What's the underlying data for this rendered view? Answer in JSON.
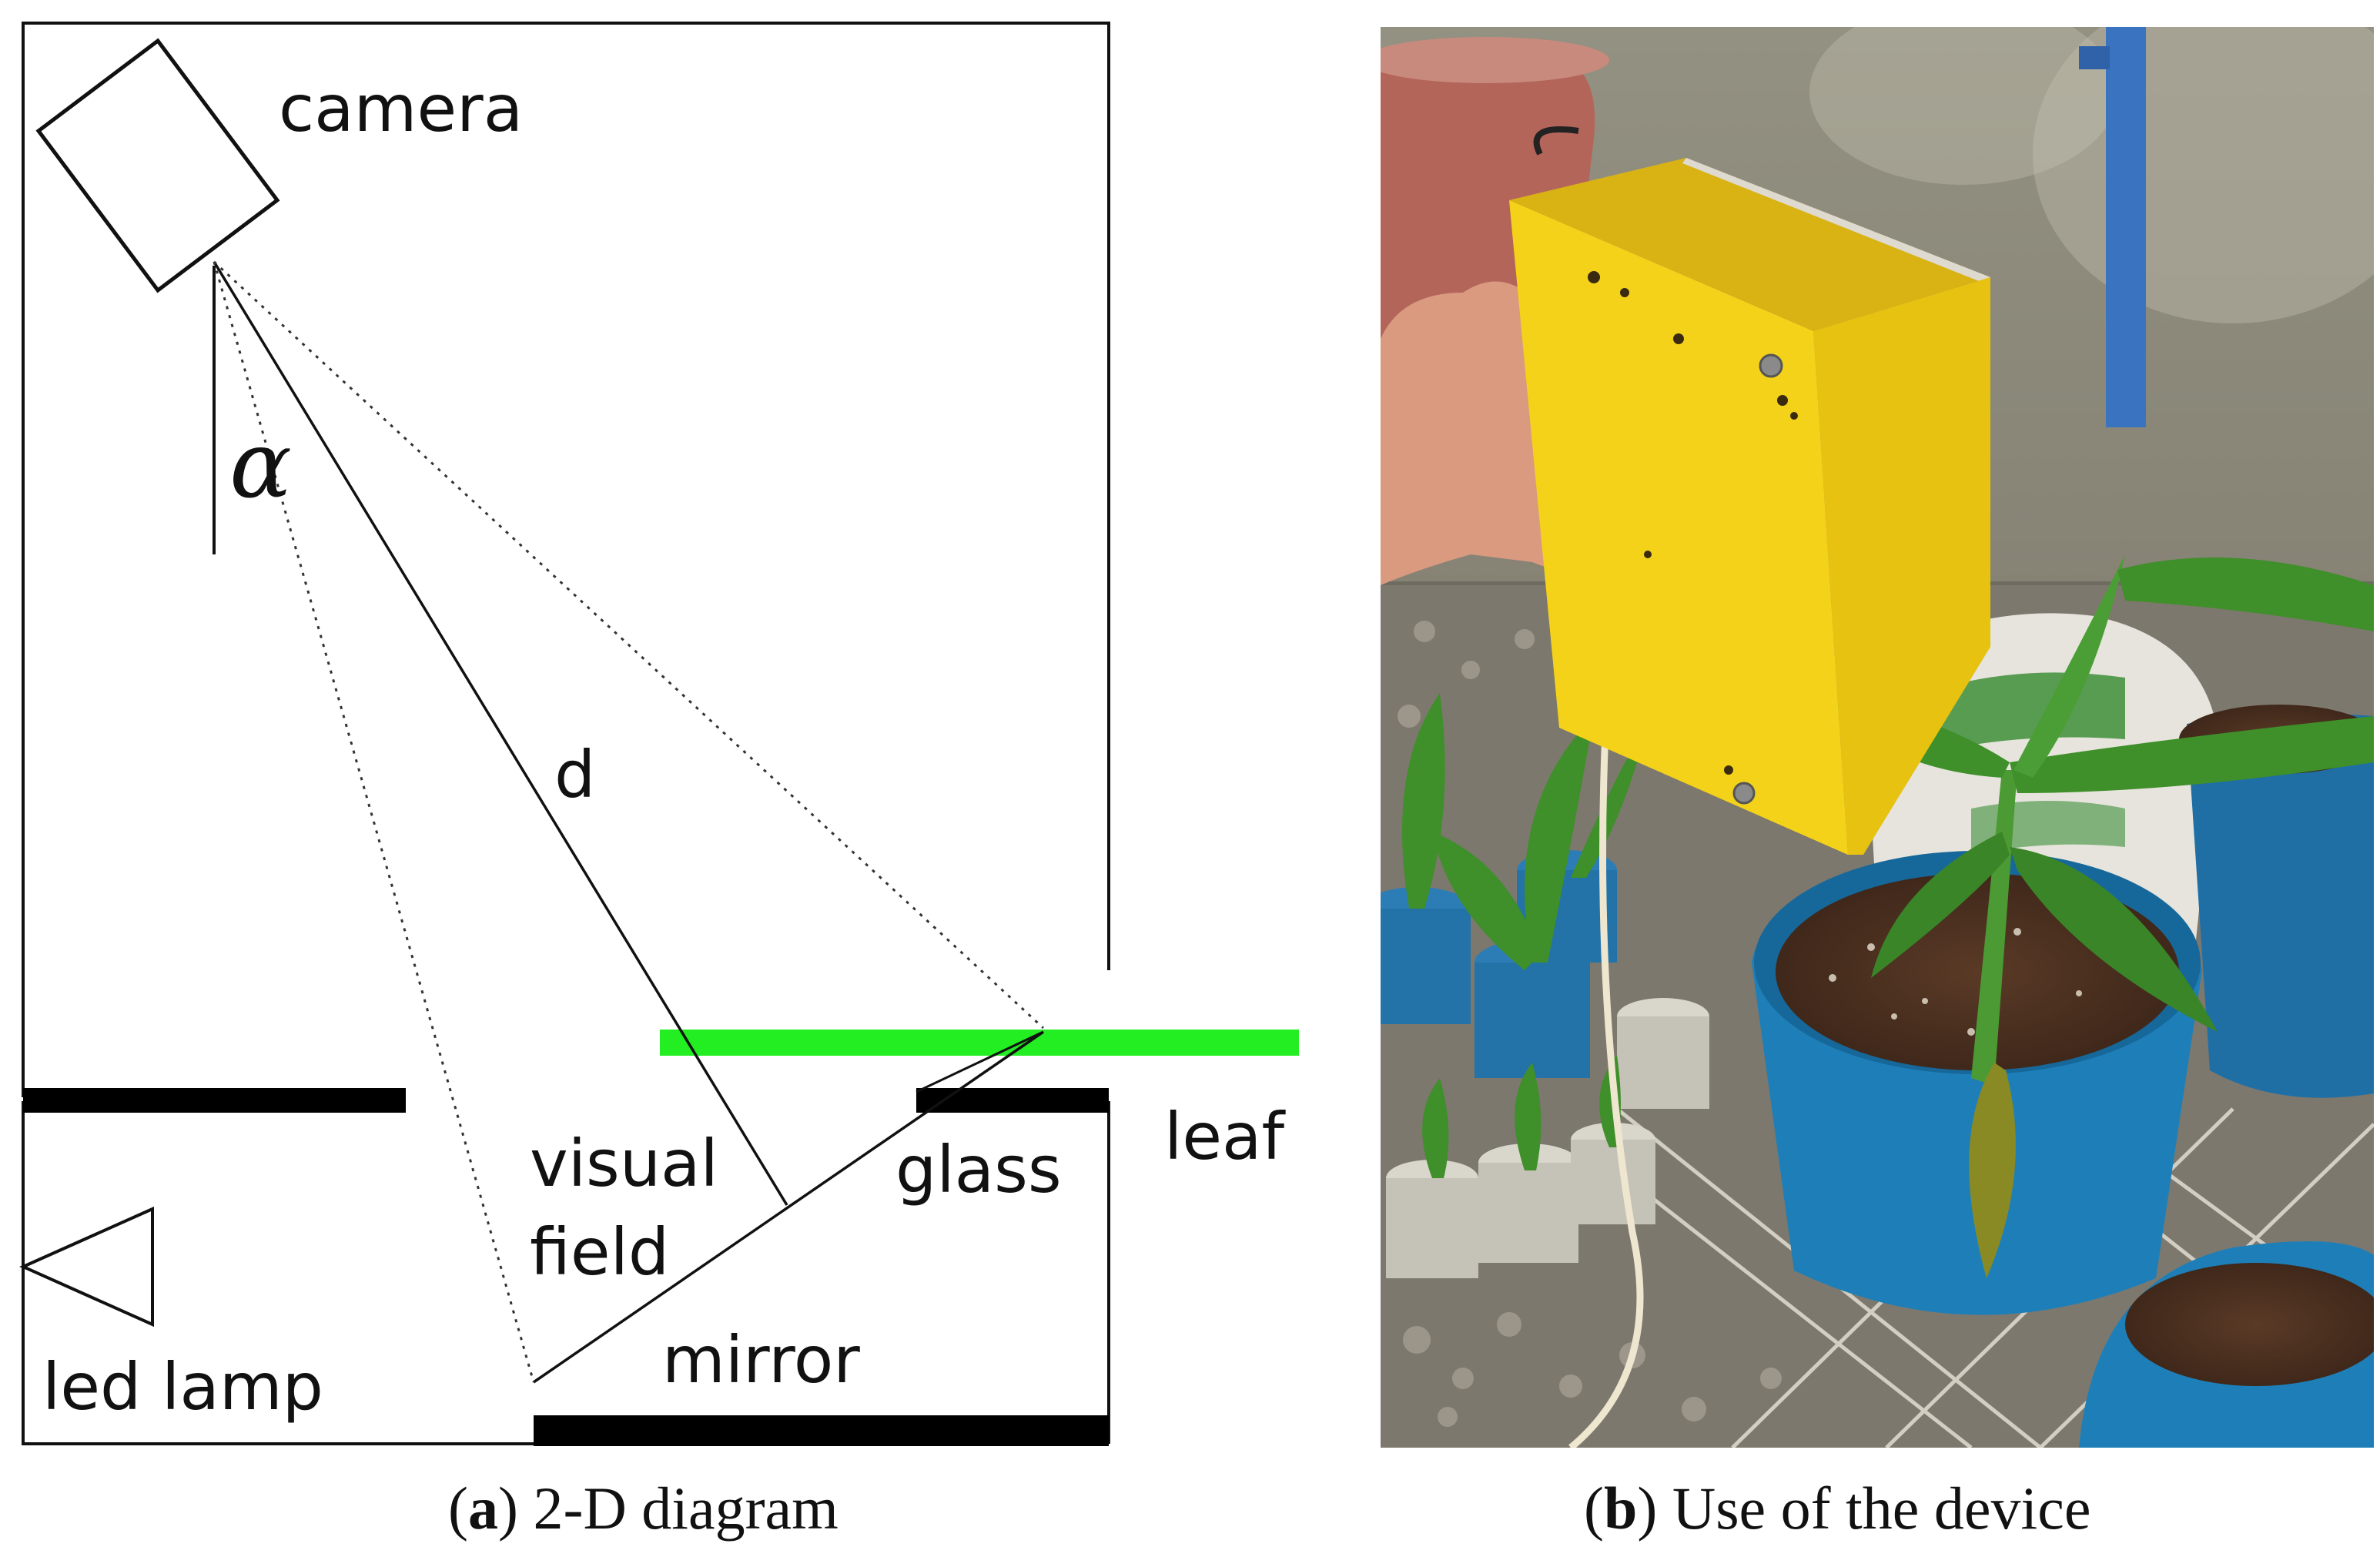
{
  "diagram": {
    "labels": {
      "camera": "camera",
      "alpha": "α",
      "d": "d",
      "leaf": "leaf",
      "glass": "glass",
      "visual": "visual",
      "field": "field",
      "mirror": "mirror",
      "led_lamp": "led lamp"
    },
    "colors": {
      "leaf": "#22ee22",
      "ink": "#111111"
    }
  },
  "photo": {
    "description_icon": "device-photo",
    "colors": {
      "device": "#f5d21a",
      "pot": "#1e7fb8",
      "soil": "#4a2e1e",
      "plant": "#3f8f2a",
      "background": "#6f6a60"
    }
  },
  "captions": {
    "a_letter": "a",
    "a_text": " 2-D diagram",
    "b_letter": "b",
    "b_text": " Use of the device",
    "open_paren": "(",
    "close_paren": ")"
  }
}
